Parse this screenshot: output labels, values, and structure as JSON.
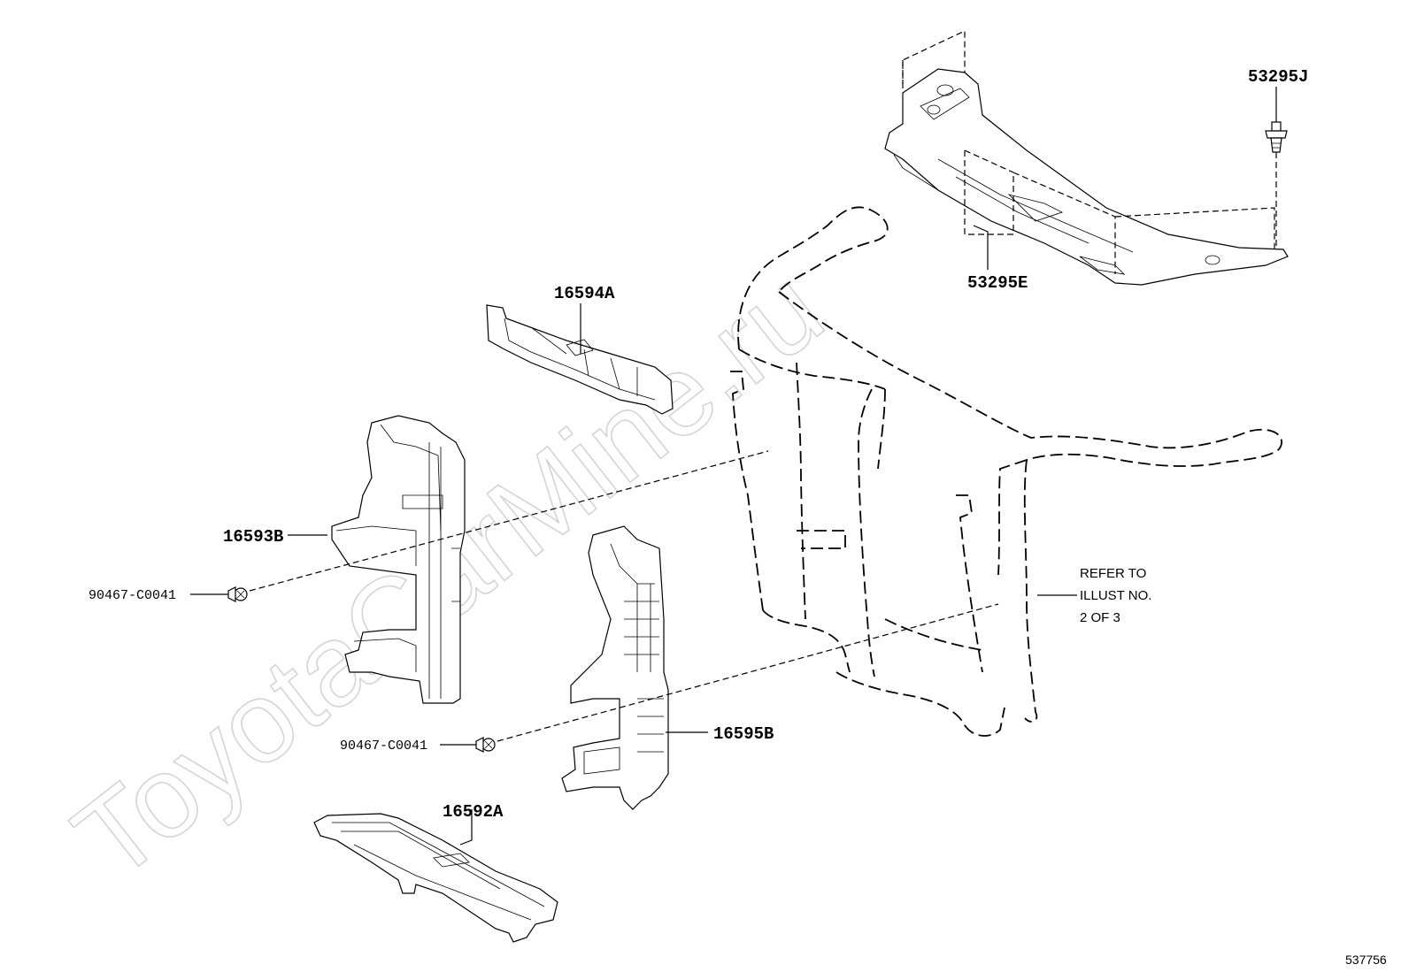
{
  "watermark": "ToyotaCarMine.ru",
  "parts": {
    "p53295J": "53295J",
    "p53295E": "53295E",
    "p16594A": "16594A",
    "p16593B": "16593B",
    "p16595B": "16595B",
    "p16592A": "16592A"
  },
  "fasteners": {
    "f1": "90467-C0041",
    "f2": "90467-C0041"
  },
  "note": {
    "line1": "REFER TO",
    "line2": "ILLUST NO.",
    "line3": "2 OF 3"
  },
  "illustration_number": "537756"
}
